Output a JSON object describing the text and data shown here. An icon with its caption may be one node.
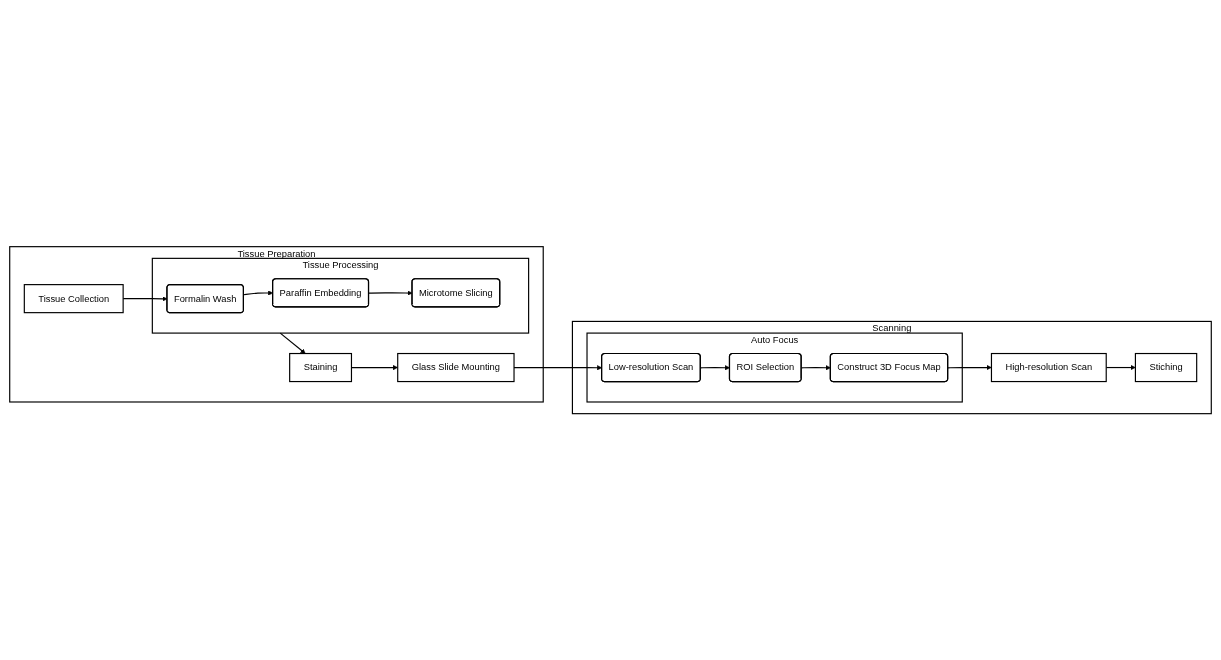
{
  "diagram": {
    "nodes": [
      {
        "text": [
          "Tissue Preparation"
        ]
      },
      {
        "text": [
          "Tissue Collection"
        ],
        "in": 0
      },
      {
        "text": [
          "Tissue Processing"
        ],
        "in": 0
      },
      {
        "text": [
          "Formalin Wash"
        ],
        "in": 2
      },
      {
        "text": [
          "Paraffin Embedding"
        ],
        "in": 2
      },
      {
        "text": [
          "Microtome Slicing"
        ],
        "in": 2
      },
      {
        "text": [
          "Staining"
        ],
        "in": 0
      },
      {
        "text": [
          "Glass Slide Mounting"
        ],
        "in": 0
      },
      {
        "text": [
          "Scanning"
        ]
      },
      {
        "text": [
          "Auto Focus"
        ],
        "in": 8
      },
      {
        "text": [
          "Low-resolution Scan"
        ],
        "in": 9
      },
      {
        "text": [
          "ROI Selection"
        ],
        "in": 9
      },
      {
        "text": [
          "Construct 3D Focus Map"
        ],
        "in": 9
      },
      {
        "text": [
          "High-resolution Scan"
        ],
        "in": 8
      },
      {
        "text": [
          "Stiching"
        ],
        "in": 8
      }
    ],
    "edges": [
      {
        "from": 1,
        "to": 3,
        "arrow": "to"
      },
      {
        "from": 3,
        "to": 4,
        "arrow": "to"
      },
      {
        "from": 4,
        "to": 5,
        "arrow": "to"
      },
      {
        "from": 2,
        "to": 6,
        "arrow": "to"
      },
      {
        "from": 6,
        "to": 7,
        "arrow": "to"
      },
      {
        "from": 7,
        "to": 10,
        "arrow": "to"
      },
      {
        "from": 10,
        "to": 11,
        "arrow": "to"
      },
      {
        "from": 11,
        "to": 12,
        "arrow": "to"
      },
      {
        "from": 12,
        "to": 13,
        "arrow": "to"
      },
      {
        "from": 13,
        "to": 14,
        "arrow": "to"
      }
    ]
  }
}
